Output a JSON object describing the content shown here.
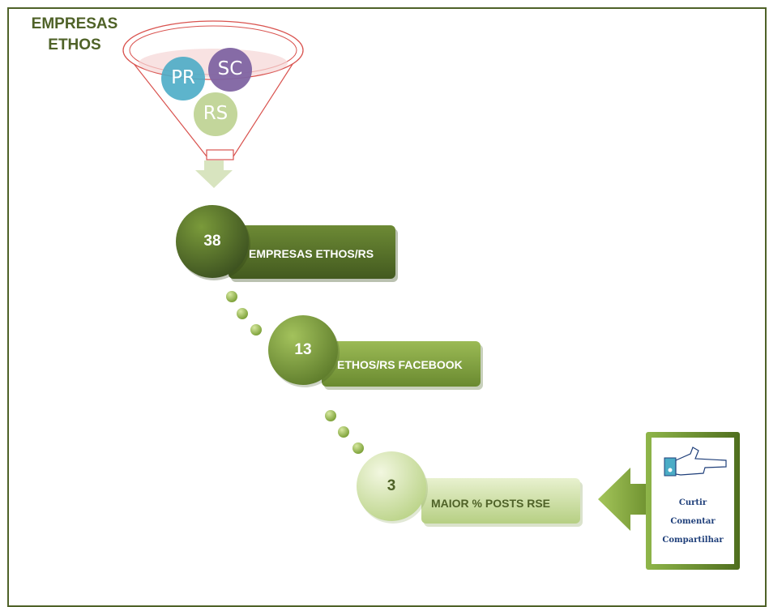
{
  "title": {
    "line1": "EMPRESAS",
    "line2": "ETHOS"
  },
  "funnel": {
    "circles": [
      "PR",
      "SC",
      "RS"
    ]
  },
  "steps": [
    {
      "number": "38",
      "label": "EMPRESAS ETHOS/RS"
    },
    {
      "number": "13",
      "label": "ETHOS/RS FACEBOOK"
    },
    {
      "number": "3",
      "label": "MAIOR % POSTS RSE"
    }
  ],
  "card": {
    "actions": [
      "Curtir",
      "Comentar",
      "Compartilhar"
    ]
  },
  "colors": {
    "dark_green": "#4f6228",
    "mid_green": "#77933c",
    "light_green": "#c3d69b",
    "teal": "#4bacc6",
    "purple": "#8064a2",
    "funnel_red": "#d9534f"
  }
}
